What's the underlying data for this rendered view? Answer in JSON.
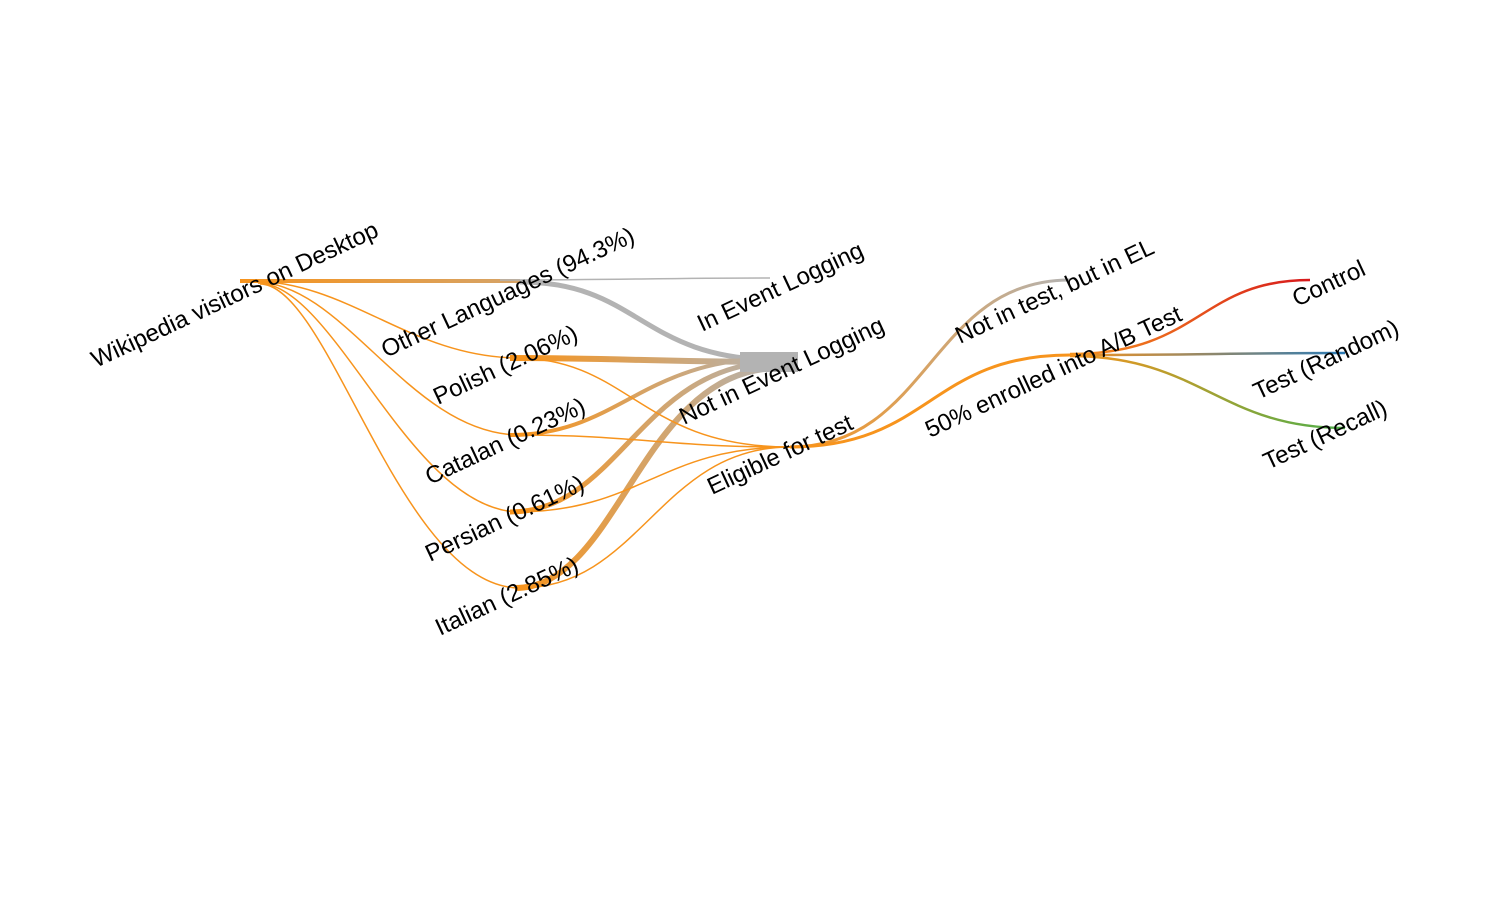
{
  "nodes": {
    "visitors": "Wikipedia visitors on Desktop",
    "other": "Other Languages (94.3%)",
    "polish": "Polish (2.06%)",
    "catalan": "Catalan (0.23%)",
    "persian": "Persian (0.61%)",
    "italian": "Italian (2.85%)",
    "in_el": "In Event Logging",
    "not_el": "Not in Event Logging",
    "eligible": "Eligible for test",
    "not_test": "Not in test, but in EL",
    "enrolled": "50% enrolled into A/B Test",
    "control": "Control",
    "test_random": "Test (Random)",
    "test_recall": "Test (Recall)"
  },
  "colors": {
    "orange": "#f7941d",
    "gray": "#b3b3b3",
    "tan": "#c8a87a",
    "red": "#d7191c",
    "blue": "#2c7bb6",
    "green": "#4daf4a"
  }
}
